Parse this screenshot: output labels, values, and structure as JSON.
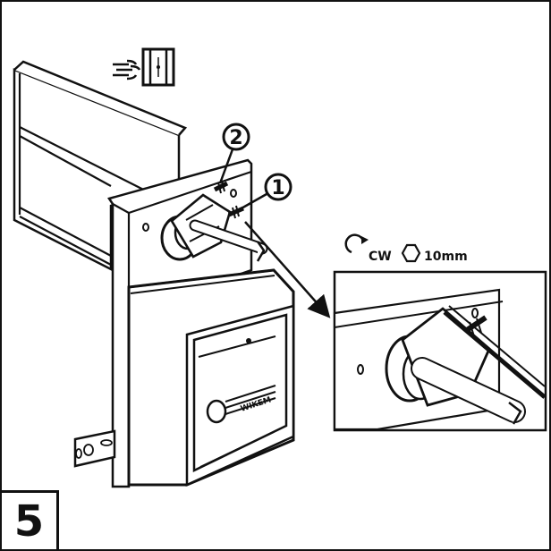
{
  "step": {
    "number": "5"
  },
  "callouts": {
    "first": "1",
    "second": "2"
  },
  "torque": {
    "direction_label": "CW",
    "wrench_size_label": "10mm",
    "direction_icon": "clockwise-arrow-icon",
    "size_icon": "hexagon-nut-icon"
  },
  "airflow": {
    "icon": "airflow-damper-icon"
  },
  "device": {
    "brand_label": "WIKEM"
  },
  "colors": {
    "line": "#111111",
    "fill": "#ffffff",
    "shade": "#d9d9d9"
  }
}
